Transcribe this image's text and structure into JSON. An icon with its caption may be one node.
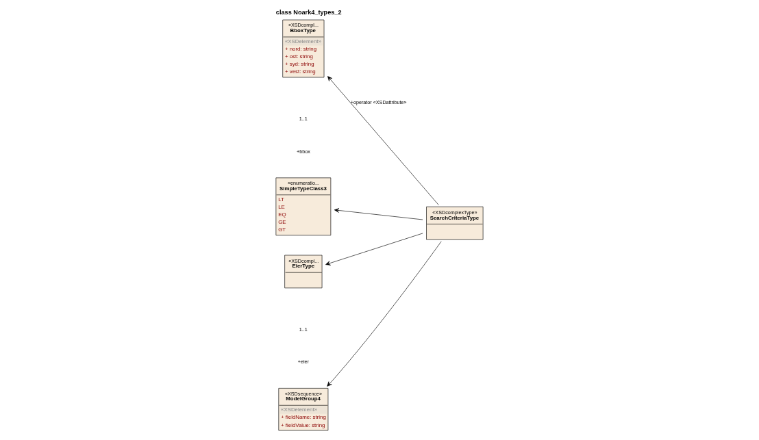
{
  "diagram": {
    "title": "class Noark4_types_2",
    "nodes": [
      {
        "text": [
          "«XSDcompl...",
          "BboxType",
          "«XSDelement»",
          "+ nord: string",
          "+ ost: string",
          "+ syd: string",
          "+ vest: string"
        ]
      },
      {
        "text": [
          "«enumeratio...",
          "SimpleTypeClass3",
          "LT",
          "LE",
          "EQ",
          "GE",
          "GT"
        ]
      },
      {
        "text": [
          "«XSDcompl...",
          "EierType"
        ]
      },
      {
        "text": [
          "«XSDcomplexType»",
          "SearchCriteriaType"
        ]
      },
      {
        "text": [
          "«XSDsequence»",
          "ModelGroup4",
          "«XSDelement»",
          "+ fieldName: string",
          "+ fieldValue: string"
        ]
      }
    ],
    "edges": [
      {
        "from": 3,
        "to": 0,
        "arrow": "to",
        "label": "+operator «XSDattribute»"
      },
      {
        "from": 3,
        "to": 1,
        "arrow": "to"
      },
      {
        "from": 3,
        "to": 2,
        "arrow": "to"
      },
      {
        "from": 3,
        "to": 4,
        "arrow": "to"
      }
    ],
    "labels": [
      "+bbox",
      "1..1",
      "+eier",
      "1..1"
    ]
  }
}
